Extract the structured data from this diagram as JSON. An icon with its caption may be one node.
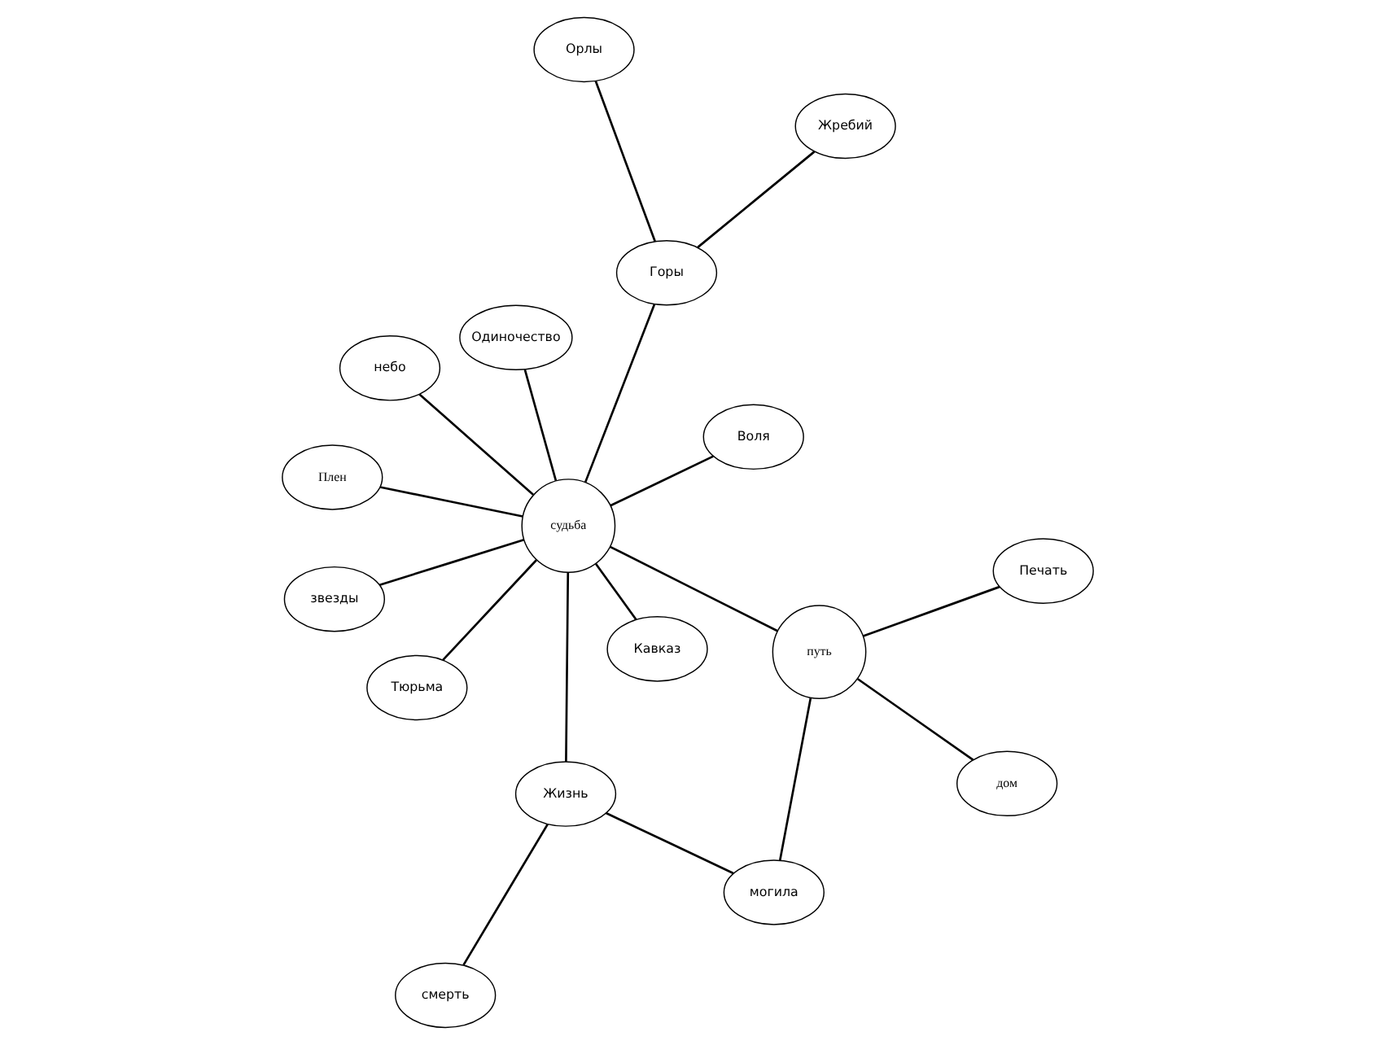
{
  "diagram": {
    "nodes": [
      {
        "text": [
          "Плен"
        ]
      },
      {
        "text": [
          "Воля"
        ]
      },
      {
        "text": [
          "Тюрьма"
        ]
      },
      {
        "text": [
          "небо"
        ]
      },
      {
        "text": [
          "Одиночество"
        ]
      },
      {
        "text": [
          "судьба"
        ]
      },
      {
        "text": [
          "звезды"
        ]
      },
      {
        "text": [
          "Кавказ"
        ]
      },
      {
        "text": [
          "Жизнь"
        ]
      },
      {
        "text": [
          "смерть"
        ]
      },
      {
        "text": [
          "Горы"
        ]
      },
      {
        "text": [
          "путь"
        ]
      },
      {
        "text": [
          "могила"
        ]
      },
      {
        "text": [
          "Орлы"
        ]
      },
      {
        "text": [
          "Печать"
        ]
      },
      {
        "text": [
          "Жребий"
        ]
      },
      {
        "text": [
          "дом"
        ]
      }
    ],
    "edges": [
      {
        "from": 5,
        "to": 1,
        "arrow": "none"
      },
      {
        "from": 5,
        "to": 0,
        "arrow": "none"
      },
      {
        "from": 5,
        "to": 2,
        "arrow": "none"
      },
      {
        "from": 5,
        "to": 3,
        "arrow": "none"
      },
      {
        "from": 5,
        "to": 6,
        "arrow": "none"
      },
      {
        "from": 5,
        "to": 8,
        "arrow": "none"
      },
      {
        "from": 5,
        "to": 11,
        "arrow": "none"
      },
      {
        "from": 5,
        "to": 10,
        "arrow": "none"
      },
      {
        "from": 5,
        "to": 7,
        "arrow": "none"
      },
      {
        "from": 5,
        "to": 4,
        "arrow": "none"
      },
      {
        "from": 8,
        "to": 9,
        "arrow": "none"
      },
      {
        "from": 8,
        "to": 12,
        "arrow": "none"
      },
      {
        "from": 11,
        "to": 12,
        "arrow": "none"
      },
      {
        "from": 11,
        "to": 14,
        "arrow": "none"
      },
      {
        "from": 11,
        "to": 16,
        "arrow": "none"
      },
      {
        "from": 10,
        "to": 13,
        "arrow": "none"
      },
      {
        "from": 10,
        "to": 15,
        "arrow": "none"
      }
    ]
  }
}
